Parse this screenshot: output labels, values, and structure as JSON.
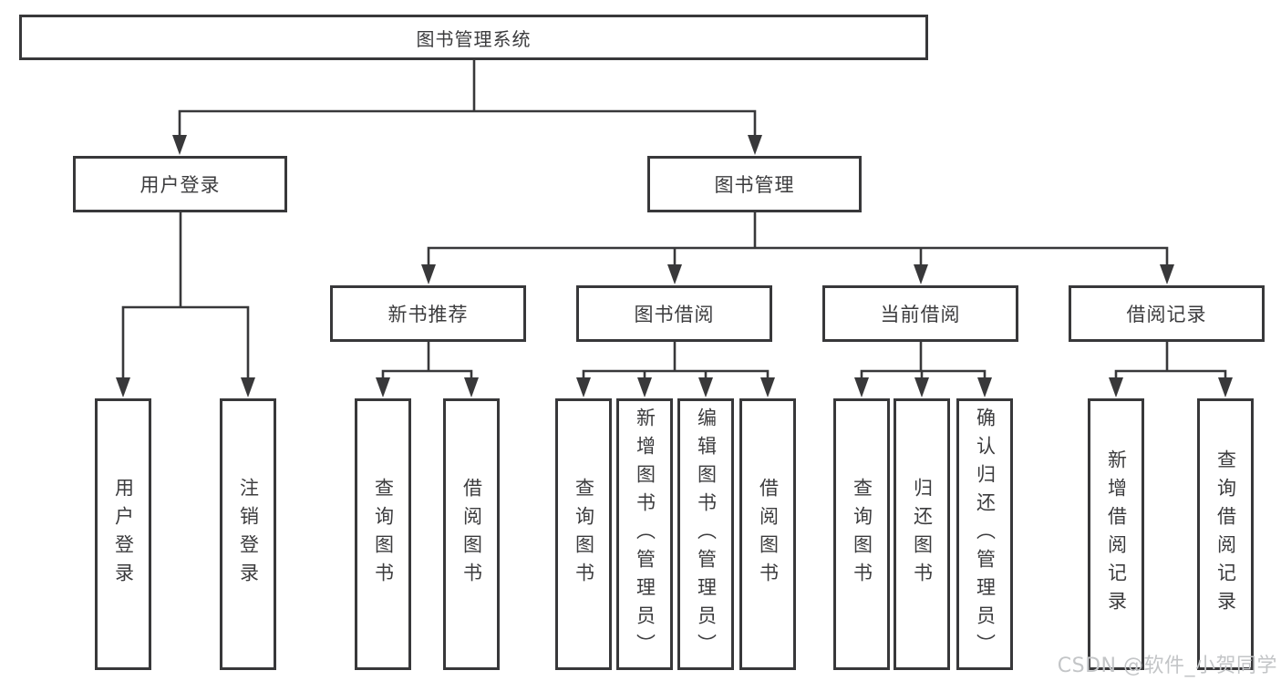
{
  "nodes": {
    "root": "图书管理系统",
    "level2": {
      "user_login": "用户登录",
      "book_mgmt": "图书管理"
    },
    "level3": {
      "new_books": "新书推荐",
      "book_borrow": "图书借阅",
      "current_borrow": "当前借阅",
      "borrow_records": "借阅记录"
    },
    "leaves": {
      "user_login": [
        "用户登录",
        "注销登录"
      ],
      "new_books": [
        "查询图书",
        "借阅图书"
      ],
      "book_borrow": [
        "查询图书",
        "新增图书（管理员）",
        "编辑图书（管理员）",
        "借阅图书"
      ],
      "current_borrow": [
        "查询图书",
        "归还图书",
        "确认归还（管理员）"
      ],
      "borrow_records": [
        "新增借阅记录",
        "查询借阅记录"
      ]
    }
  },
  "watermark": "CSDN @软件_小贺同学",
  "colors": {
    "line": "#38383a",
    "text": "#3c3c3e",
    "watermark": "#c3c5c7",
    "background": "#ffffff"
  }
}
